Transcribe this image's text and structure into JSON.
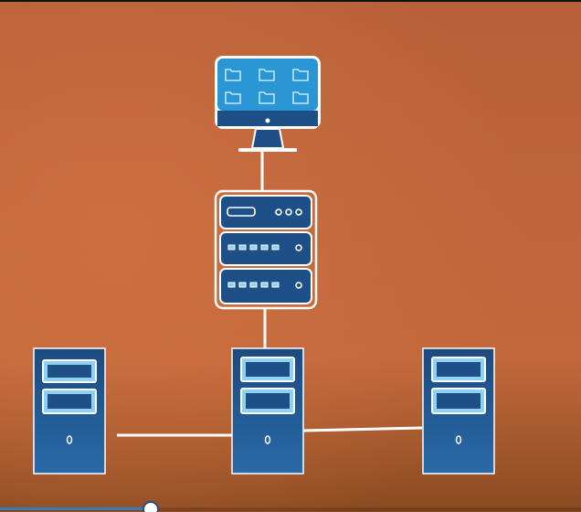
{
  "colors": {
    "background_top": "#b8603a",
    "background_mid": "#c2683c",
    "background_bottom": "#8a4a20",
    "device_fill": "#1e4f86",
    "device_fill_light": "#2a6aa8",
    "screen_fill": "#2b96d4",
    "accent_light": "#8fd0f5",
    "outline": "#ffffff",
    "connector": "#ffffff",
    "progress_track": "#2f7fc0"
  },
  "diagram": {
    "nodes": [
      {
        "id": "monitor",
        "icon": "monitor-with-folders-icon"
      },
      {
        "id": "network-rack",
        "icon": "server-rack-icon"
      },
      {
        "id": "tower-left",
        "icon": "tower-server-icon"
      },
      {
        "id": "tower-center",
        "icon": "tower-server-icon"
      },
      {
        "id": "tower-right",
        "icon": "tower-server-icon"
      }
    ],
    "links": [
      {
        "from": "monitor",
        "to": "network-rack"
      },
      {
        "from": "network-rack",
        "to": "tower-center"
      },
      {
        "from": "tower-left",
        "to": "tower-center"
      },
      {
        "from": "tower-center",
        "to": "tower-right"
      }
    ]
  },
  "player": {
    "progress_fraction": 0.26
  }
}
